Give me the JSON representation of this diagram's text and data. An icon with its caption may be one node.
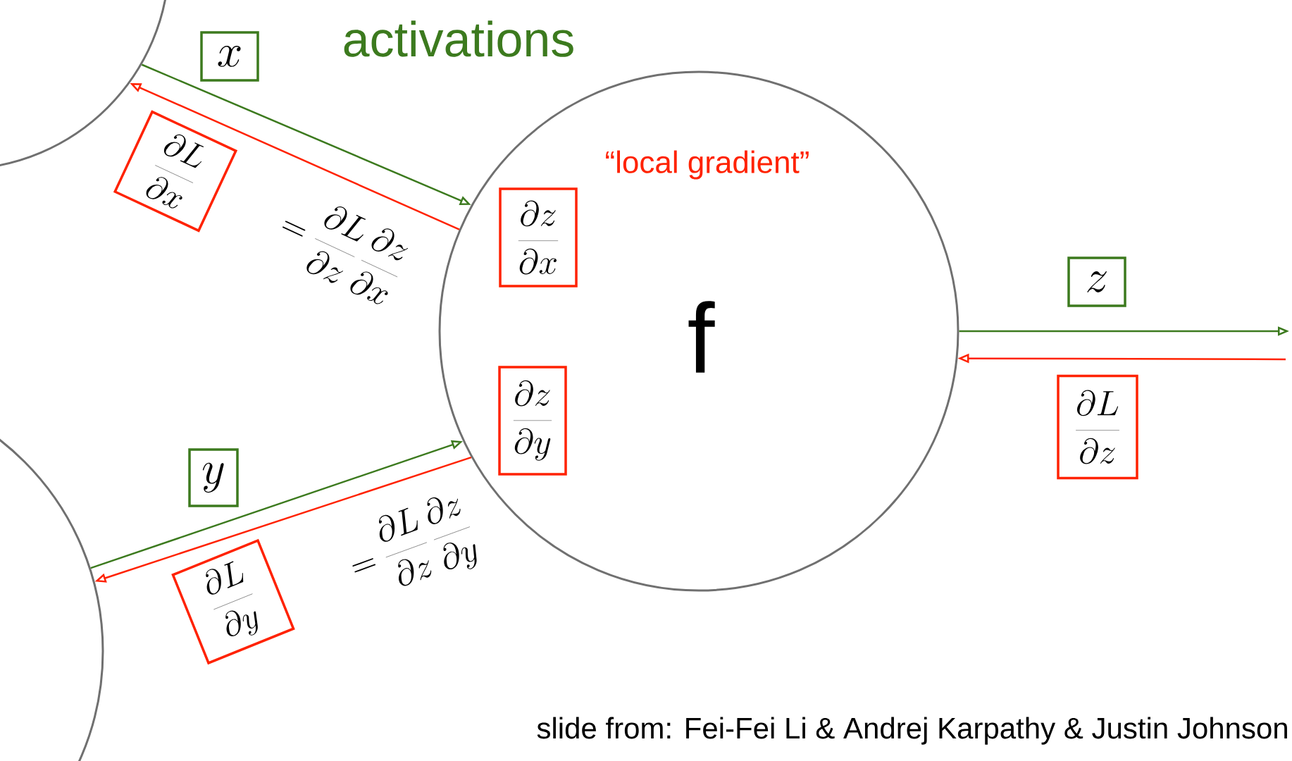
{
  "diagram": {
    "caption": "slide from: Fei-Fei Li & Andrej Karpathy & Justin Johnson",
    "nodes": [
      {
        "text": [],
        "shape": "circle"
      },
      {
        "text": [],
        "shape": "circle"
      },
      {
        "text": [
          "“local gradient”",
          "f"
        ]
      },
      {
        "text": [
          "\\frac{\\partial z}{\\partial x}"
        ],
        "in": 2
      },
      {
        "text": [
          "\\frac{\\partial z}{\\partial y}"
        ],
        "in": 2
      },
      {
        "text": [
          "x"
        ]
      },
      {
        "text": [
          "y"
        ]
      },
      {
        "text": [
          "z"
        ]
      },
      {
        "text": [
          "\\frac{\\partial L}{\\partial z}"
        ]
      },
      {
        "text": [
          "\\frac{\\partial L}{\\partial x}"
        ]
      },
      {
        "text": [
          "\\frac{\\partial L}{\\partial y}"
        ]
      }
    ],
    "edges": [
      {
        "from": 0,
        "to": 2,
        "arrow": "to",
        "color": "#3c7a1e"
      },
      {
        "from": 2,
        "to": 0,
        "arrow": "to",
        "color": "#ff2200"
      },
      {
        "from": 1,
        "to": 2,
        "arrow": "to",
        "color": "#3c7a1e"
      },
      {
        "from": 2,
        "to": 1,
        "arrow": "to",
        "color": "#ff2200"
      },
      {
        "from": 2,
        "to": null,
        "arrow": "to",
        "color": "#3c7a1e"
      },
      {
        "from": null,
        "to": 2,
        "arrow": "to",
        "color": "#ff2200"
      }
    ],
    "labels": [
      "activations",
      "= \\frac{\\partial L}{\\partial z}\\,\\frac{\\partial z}{\\partial x}",
      "= \\frac{\\partial L}{\\partial z}\\,\\frac{\\partial z}{\\partial y}"
    ]
  }
}
